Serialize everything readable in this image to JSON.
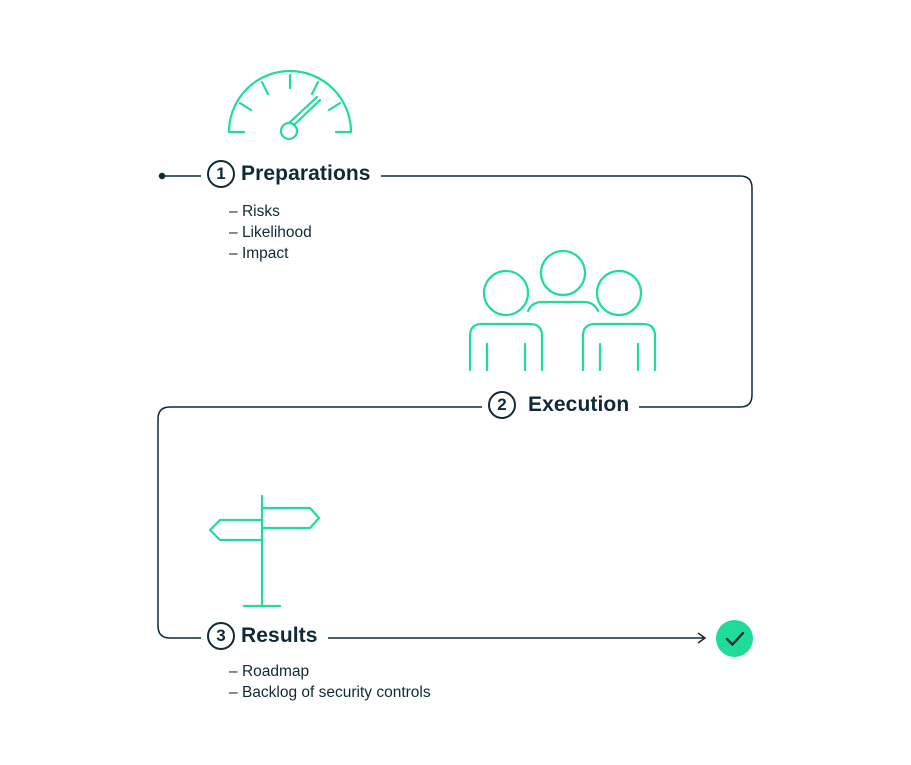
{
  "steps": [
    {
      "number": "1",
      "title": "Preparations",
      "items": [
        "Risks",
        "Likelihood",
        "Impact"
      ]
    },
    {
      "number": "2",
      "title": "Execution"
    },
    {
      "number": "3",
      "title": "Results",
      "items": [
        "Roadmap",
        "Backlog of security controls"
      ]
    }
  ],
  "colors": {
    "ink": "#0f2a36",
    "accent": "#1fdc98"
  },
  "icons": [
    "speedometer-icon",
    "people-group-icon",
    "signpost-icon",
    "checkmark-icon"
  ]
}
